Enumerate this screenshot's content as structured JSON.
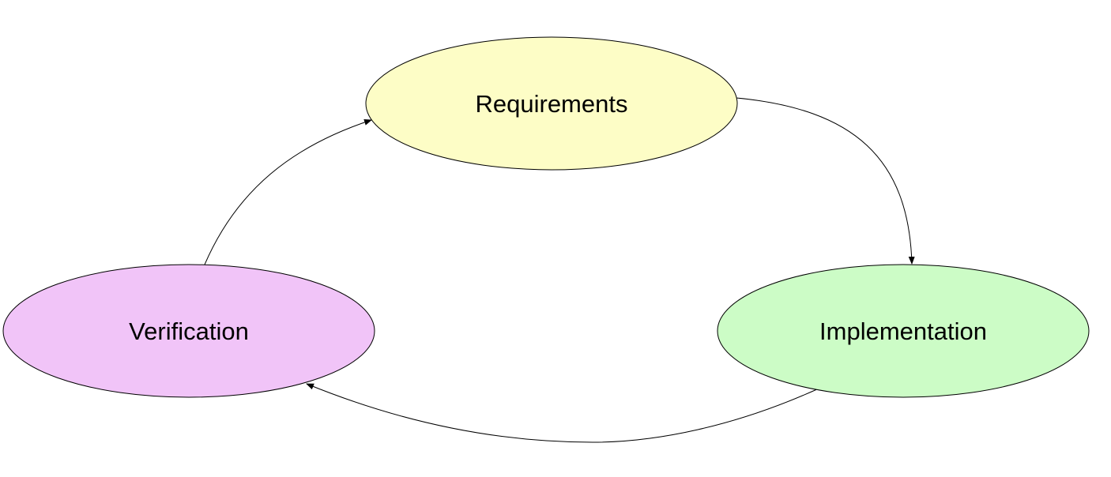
{
  "diagram": {
    "type": "cycle",
    "nodes": [
      {
        "id": "requirements",
        "label": "Requirements",
        "fill": "#fdfdc6"
      },
      {
        "id": "implementation",
        "label": "Implementation",
        "fill": "#ccfcc6"
      },
      {
        "id": "verification",
        "label": "Verification",
        "fill": "#f1c4f8"
      }
    ],
    "edges": [
      {
        "from": "requirements",
        "to": "implementation"
      },
      {
        "from": "implementation",
        "to": "verification"
      },
      {
        "from": "verification",
        "to": "requirements"
      }
    ],
    "stroke_color": "#000000"
  }
}
